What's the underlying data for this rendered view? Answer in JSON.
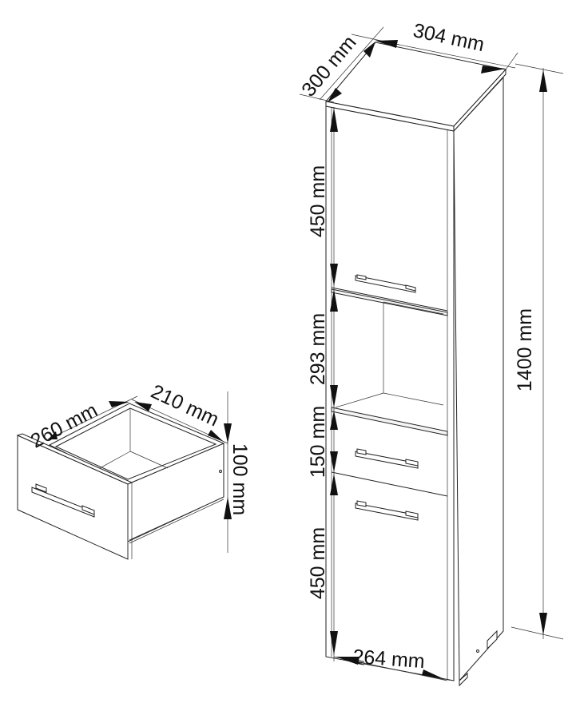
{
  "cabinet": {
    "width_label": "304 mm",
    "depth_label": "300 mm",
    "height_label": "1400 mm",
    "top_door_label": "450 mm",
    "niche_label": "293 mm",
    "drawer_label": "150 mm",
    "bottom_door_label": "450 mm",
    "inner_width_label": "264 mm"
  },
  "drawer": {
    "depth_label": "260 mm",
    "width_label": "210 mm",
    "height_label": "100 mm"
  }
}
